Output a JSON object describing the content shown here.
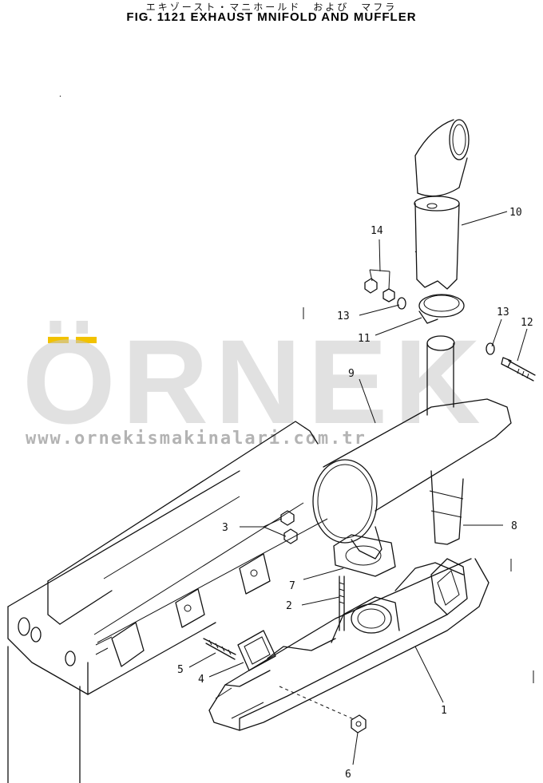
{
  "header": {
    "title_jp": "エキゾースト・マニホールド　および　マフラ",
    "title": "FIG. 1121  EXHAUST MNIFOLD AND MUFFLER"
  },
  "watermark": {
    "brand": "ÖRNEK",
    "url": "www.ornekismakinalari.com.tr",
    "accent_color": "#f2c200"
  },
  "callouts": [
    "1",
    "2",
    "3",
    "4",
    "5",
    "6",
    "7",
    "8",
    "9",
    "10",
    "11",
    "12",
    "13",
    "13",
    "14"
  ]
}
